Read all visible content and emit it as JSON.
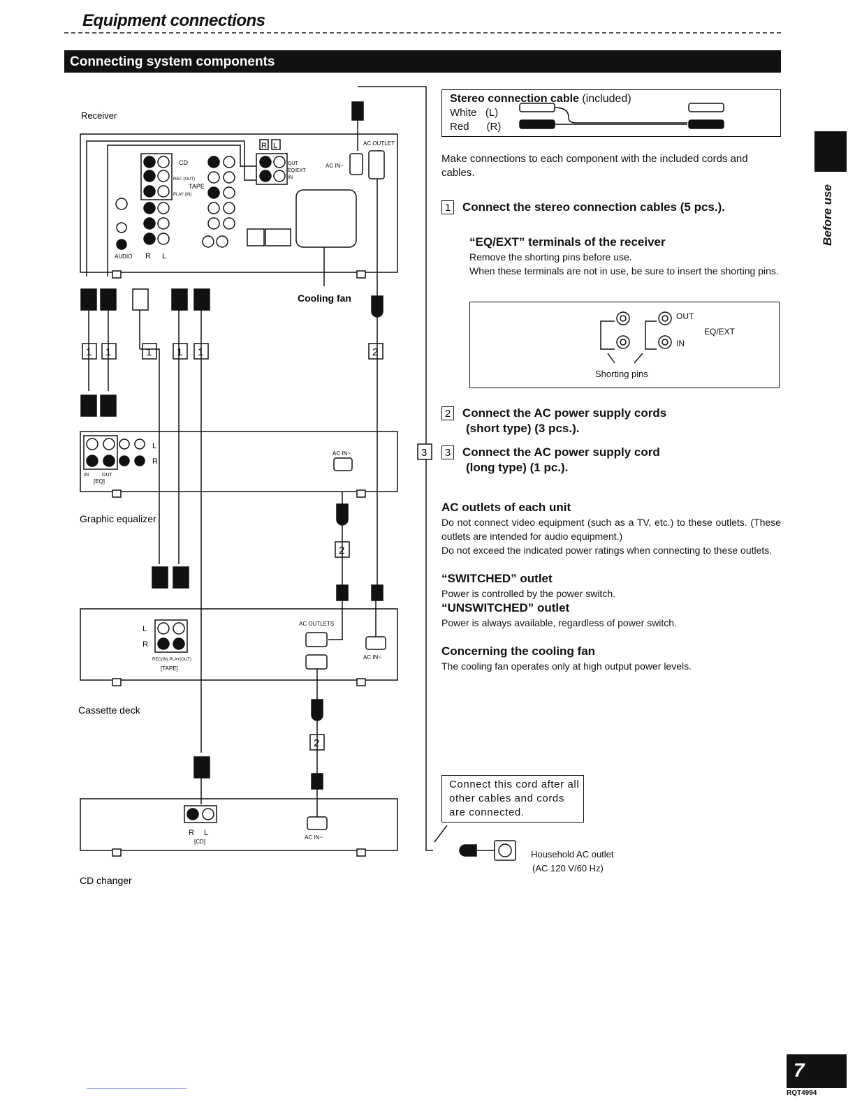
{
  "header": {
    "page_title": "Equipment connections",
    "section_title": "Connecting system components",
    "side_label": "Before use"
  },
  "diagram": {
    "receiver_label": "Receiver",
    "graphic_equalizer_label": "Graphic equalizer",
    "cassette_deck_label": "Cassette deck",
    "cd_changer_label": "CD changer",
    "cooling_fan_label": "Cooling fan",
    "ac_outlet_label": "AC OUTLET",
    "ac_outlets_label": "AC OUTLETS",
    "ac_in_label": "AC IN~",
    "audio_label": "AUDIO",
    "cd_label": "CD",
    "tape_label": "TAPE",
    "rec_out_label": "REC (OUT)",
    "play_in_label": "PLAY (IN)",
    "out_label": "OUT",
    "eq_ext_label": "EQ/EXT",
    "in_label": "IN",
    "eq_in_label": "IN",
    "eq_out_label": "OUT",
    "eq_bracket_label": "[EQ]",
    "tape_bracket_label": "[TAPE]",
    "cd_bracket_label": "[CD]",
    "rec_play_label": "REC(IN) PLAY(OUT)",
    "r_label": "R",
    "l_label": "L",
    "step_1": "1",
    "step_2": "2",
    "step_3": "3",
    "household_outlet_label": "Household AC outlet",
    "household_outlet_rating": "(AC 120 V/60 Hz)"
  },
  "cable_box": {
    "title_bold": "Stereo connection cable",
    "title_rest": " (included)",
    "white_label": "White   (L)",
    "red_label": "Red      (R)"
  },
  "intro_text": "Make connections to each component with the included cords and cables.",
  "step1": {
    "number": "1",
    "heading": "Connect the stereo connection cables (5 pcs.).",
    "sub_heading": "“EQ/EXT” terminals of the receiver",
    "line1": "Remove the shorting pins before use.",
    "line2": "When these terminals are not in use, be sure to insert the shorting pins."
  },
  "shorting_figure": {
    "out_label": "OUT",
    "eq_ext_label": "EQ/EXT",
    "in_label": "IN",
    "caption": "Shorting pins"
  },
  "step2": {
    "number": "2",
    "heading_line1": "Connect the AC power supply cords",
    "heading_line2": "(short type) (3 pcs.)."
  },
  "step3": {
    "number": "3",
    "outer_number": "3",
    "heading_line1": "Connect the AC power supply cord",
    "heading_line2": "(long type) (1 pc.)."
  },
  "ac_outlets": {
    "heading": "AC outlets of each unit",
    "para1": "Do not connect video equipment (such as a TV, etc.) to these outlets. (These outlets are intended for audio equipment.)",
    "para2": "Do not exceed the indicated power ratings when connecting to these outlets.",
    "switched_heading": "“SWITCHED” outlet",
    "switched_text": "Power is controlled by the power switch.",
    "unswitched_heading": "“UNSWITCHED” outlet",
    "unswitched_text": "Power is always available, regardless of power switch."
  },
  "cooling_fan": {
    "heading": "Concerning the cooling fan",
    "text": "The cooling fan operates only at high output power levels."
  },
  "note_box": {
    "text": "Connect this cord after all other cables and cords are connected."
  },
  "footer": {
    "page_number": "7",
    "code": "RQT4994"
  }
}
